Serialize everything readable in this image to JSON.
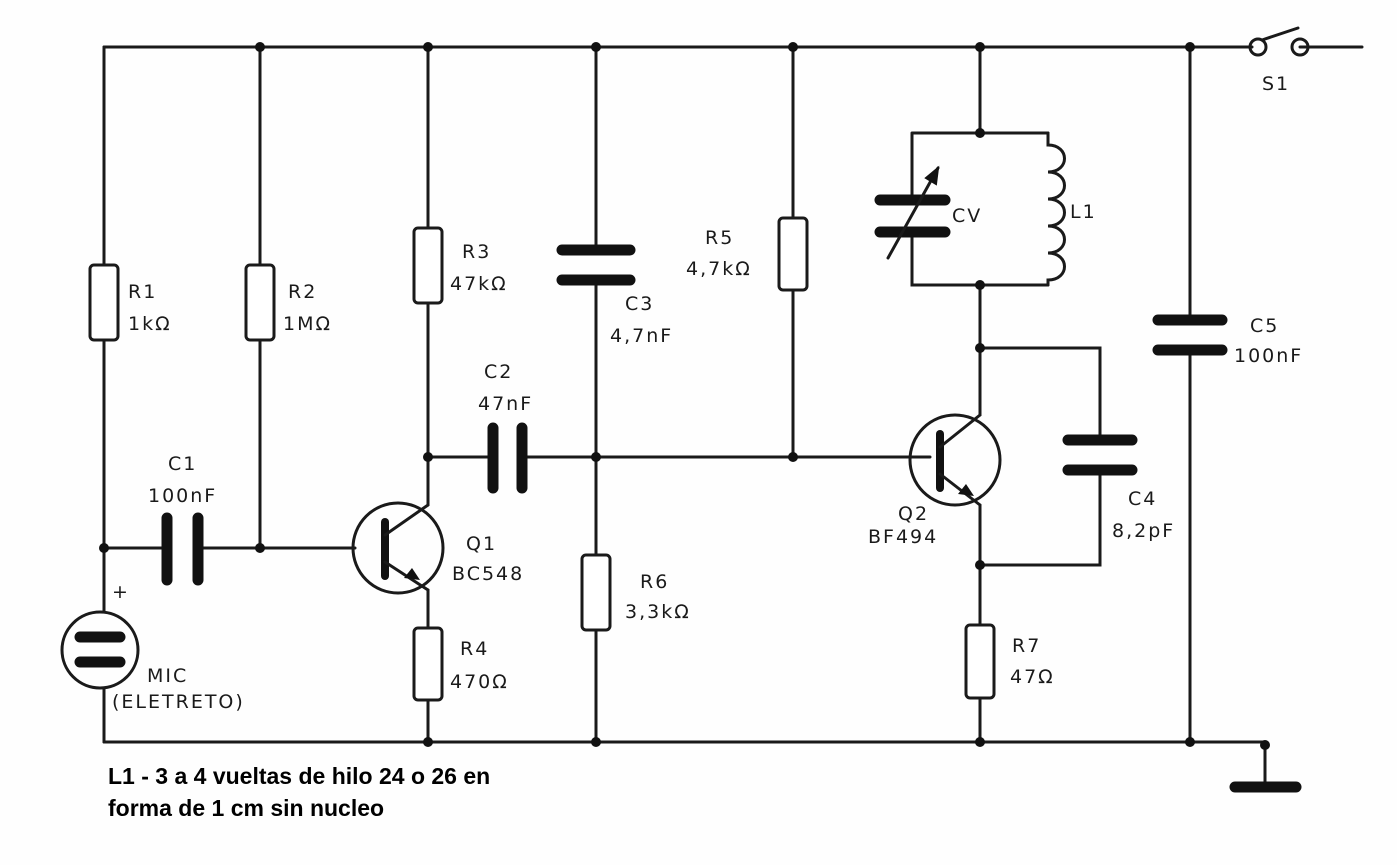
{
  "labels": {
    "r1": {
      "name": "R1",
      "value": "1kΩ"
    },
    "r2": {
      "name": "R2",
      "value": "1MΩ"
    },
    "r3": {
      "name": "R3",
      "value": "47kΩ"
    },
    "r4": {
      "name": "R4",
      "value": "470Ω"
    },
    "r5": {
      "name": "R5",
      "value": "4,7kΩ"
    },
    "r6": {
      "name": "R6",
      "value": "3,3kΩ"
    },
    "r7": {
      "name": "R7",
      "value": "47Ω"
    },
    "c1": {
      "name": "C1",
      "value": "100nF"
    },
    "c2": {
      "name": "C2",
      "value": "47nF"
    },
    "c3": {
      "name": "C3",
      "value": "4,7nF"
    },
    "c4": {
      "name": "C4",
      "value": "8,2pF"
    },
    "c5": {
      "name": "C5",
      "value": "100nF"
    },
    "cv": "CV",
    "l1": "L1",
    "q1": {
      "name": "Q1",
      "value": "BC548"
    },
    "q2": {
      "name": "Q2",
      "value": "BF494"
    },
    "s1": "S1",
    "mic": {
      "name": "MIC",
      "value": "(ELETRETO)",
      "polarity": "+"
    }
  },
  "caption": {
    "line1": "L1 - 3 a 4 vueltas de hilo 24 o 26 en",
    "line2": "forma de 1 cm sin nucleo"
  }
}
